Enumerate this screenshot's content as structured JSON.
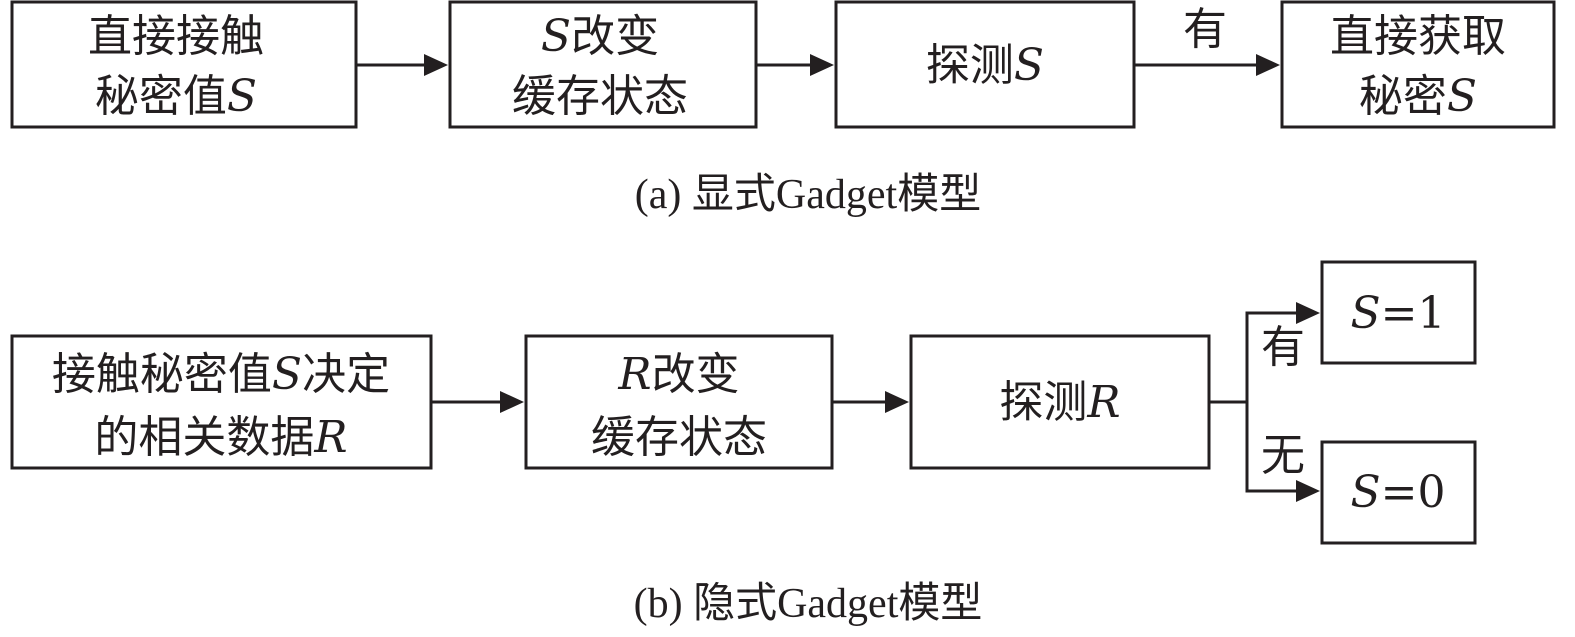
{
  "panel_a": {
    "caption": "(a)  显式Gadget模型",
    "boxes": [
      {
        "line1": "直接接触",
        "line2_prefix": "秘密值",
        "line2_var": "S"
      },
      {
        "line1_var": "S",
        "line1_rest": "改变",
        "line2": "缓存状态"
      },
      {
        "prefix": "探测",
        "var": "S"
      },
      {
        "line1": "直接获取",
        "line2_prefix": "秘密",
        "line2_var": "S"
      }
    ],
    "edge_label": "有"
  },
  "panel_b": {
    "caption": "(b)  隐式Gadget模型",
    "boxes": [
      {
        "line1_prefix": "接触秘密值",
        "line1_var": "S",
        "line1_suffix": "决定",
        "line2_prefix": "的相关数据",
        "line2_var": "R"
      },
      {
        "line1_var": "R",
        "line1_rest": "改变",
        "line2": "缓存状态"
      },
      {
        "prefix": "探测",
        "var": "R"
      }
    ],
    "outcomes": [
      {
        "branch_label": "有",
        "var": "S",
        "rest": "=1"
      },
      {
        "branch_label": "无",
        "var": "S",
        "rest": "=0"
      }
    ]
  },
  "colors": {
    "stroke": "#231f20",
    "background": "#ffffff"
  }
}
